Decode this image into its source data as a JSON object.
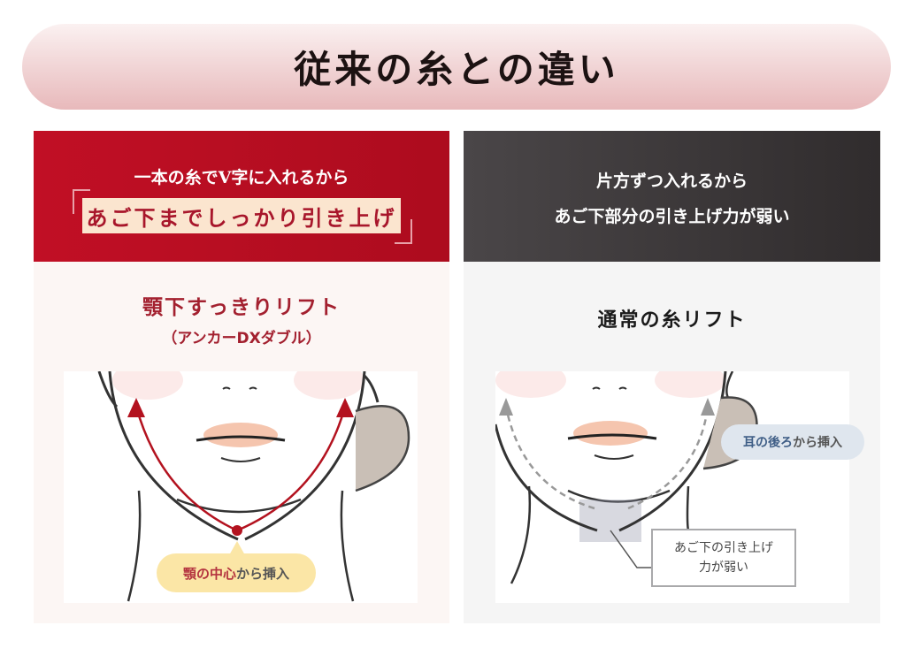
{
  "header": {
    "title": "従来の糸との違い"
  },
  "left_panel": {
    "lead": "一本の糸でV字に入れるから",
    "highlight": "あご下までしっかり引き上げ",
    "product_name": "顎下すっきりリフト",
    "product_subname": "（アンカーDXダブル）",
    "callout_red": "顎の中心",
    "callout_rest": "から挿入",
    "colors": {
      "header": "#c10f25",
      "highlight_bg": "#fbe5cf",
      "accent": "#a3202f",
      "bubble": "#fbe6a6"
    }
  },
  "right_panel": {
    "lead_line1": "片方ずつ入れるから",
    "lead_line2": "あご下部分の引き上げ力が弱い",
    "product_name": "通常の糸リフト",
    "callout_blue": "耳の後ろ",
    "callout_rest": "から挿入",
    "note_line1": "あご下の引き上げ",
    "note_line2": "力が弱い",
    "colors": {
      "header": "#3c3839",
      "bubble": "#dfe6ee",
      "accent": "#3f5e86"
    }
  }
}
